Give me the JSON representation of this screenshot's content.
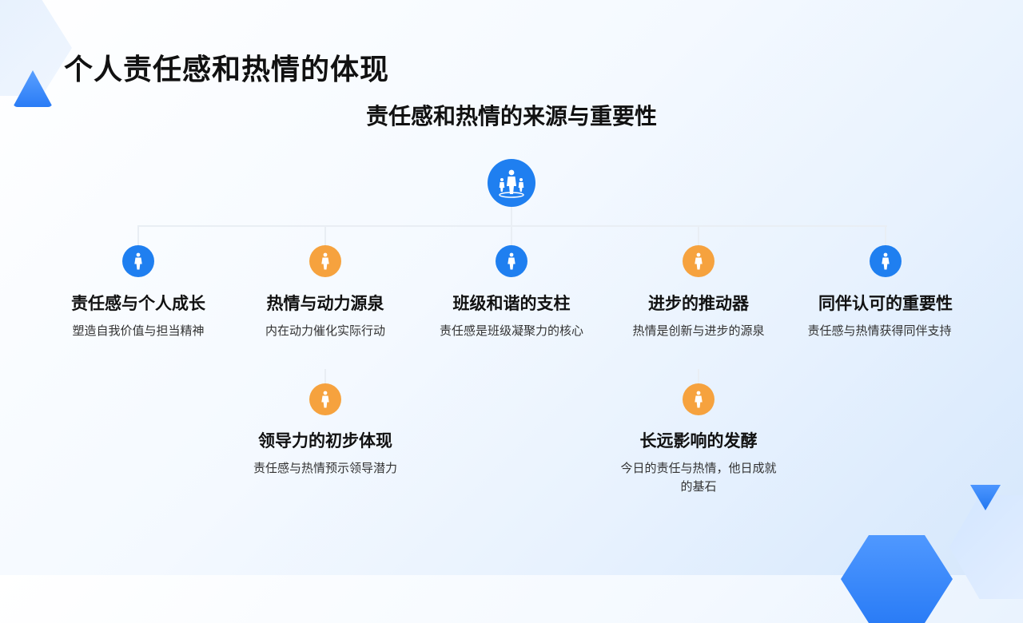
{
  "page": {
    "title": "个人责任感和热情的体现"
  },
  "diagram": {
    "title": "责任感和热情的来源与重要性",
    "root_icon": "team-people-icon",
    "colors": {
      "blue": "#1f7ff0",
      "orange": "#f6a23e",
      "connector": "#e9eef4"
    },
    "branches": [
      {
        "title": "责任感与个人成长",
        "desc": "塑造自我价值与担当精神",
        "color": "blue",
        "icon": "person-icon"
      },
      {
        "title": "热情与动力源泉",
        "desc": "内在动力催化实际行动",
        "color": "orange",
        "icon": "person-icon",
        "child": {
          "title": "领导力的初步体现",
          "desc": "责任感与热情预示领导潜力",
          "color": "orange",
          "icon": "person-icon"
        }
      },
      {
        "title": "班级和谐的支柱",
        "desc": "责任感是班级凝聚力的核心",
        "color": "blue",
        "icon": "person-icon"
      },
      {
        "title": "进步的推动器",
        "desc": "热情是创新与进步的源泉",
        "color": "orange",
        "icon": "person-icon",
        "child": {
          "title": "长远影响的发酵",
          "desc": "今日的责任与热情，他日成就的基石",
          "color": "orange",
          "icon": "person-icon"
        }
      },
      {
        "title": "同伴认可的重要性",
        "desc": "责任感与热情获得同伴支持",
        "color": "blue",
        "icon": "person-icon"
      }
    ]
  }
}
